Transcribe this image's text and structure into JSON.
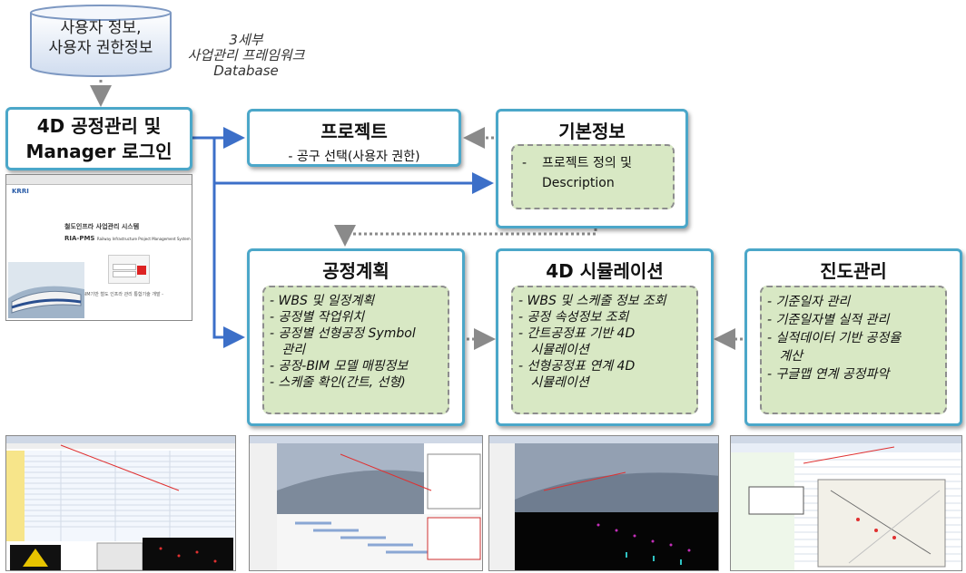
{
  "database": {
    "line1": "사용자 정보,",
    "line2": "사용자 권한정보",
    "caption1": "3세부",
    "caption2": "사업관리 프레임워크",
    "caption3": "Database"
  },
  "login": {
    "line1": "4D 공정관리 및",
    "line2": "Manager 로그인"
  },
  "login_screen": {
    "logo": "KRRI",
    "title": "철도인프라 사업관리 시스템",
    "brand": "RIA-PMS",
    "subtitle": "Railway Infrastructure Project Management System",
    "footer": "- BIM기반 철도 인프라 관리 통합기술 개발 -"
  },
  "project": {
    "title": "프로젝트",
    "subtitle": "- 공구 선택(사용자 권한)"
  },
  "basic": {
    "title": "기본정보",
    "item_dash": "-",
    "item_line1": "프로젝트 정의 및",
    "item_line2": "Description"
  },
  "schedule": {
    "title": "공정계획",
    "items": [
      "- WBS 및 일정계획",
      "- 공정별 작업위치",
      "- 공정별 선형공정 Symbol",
      "   관리",
      "- 공정-BIM 모델 매핑정보",
      "- 스케줄 확인(간트, 선형)"
    ]
  },
  "simulation": {
    "title": "4D 시뮬레이션",
    "items": [
      "- WBS 및 스케줄 정보 조회",
      "- 공정 속성정보 조회",
      "- 간트공정표 기반 4D",
      "   시뮬레이션",
      "- 선형공정표 연계 4D",
      "   시뮬레이션"
    ]
  },
  "progress": {
    "title": "진도관리",
    "items": [
      "- 기준일자 관리",
      "- 기준일자별 실적 관리",
      "- 실적데이터 기반 공정율",
      "   계산",
      "- 구글맵 연계 공정파악"
    ]
  },
  "colors": {
    "box_border": "#4ba7c9",
    "green_fill": "#d8e8c4",
    "arrow_blue": "#3c6fc8",
    "arrow_gray": "#8a8a8a"
  }
}
